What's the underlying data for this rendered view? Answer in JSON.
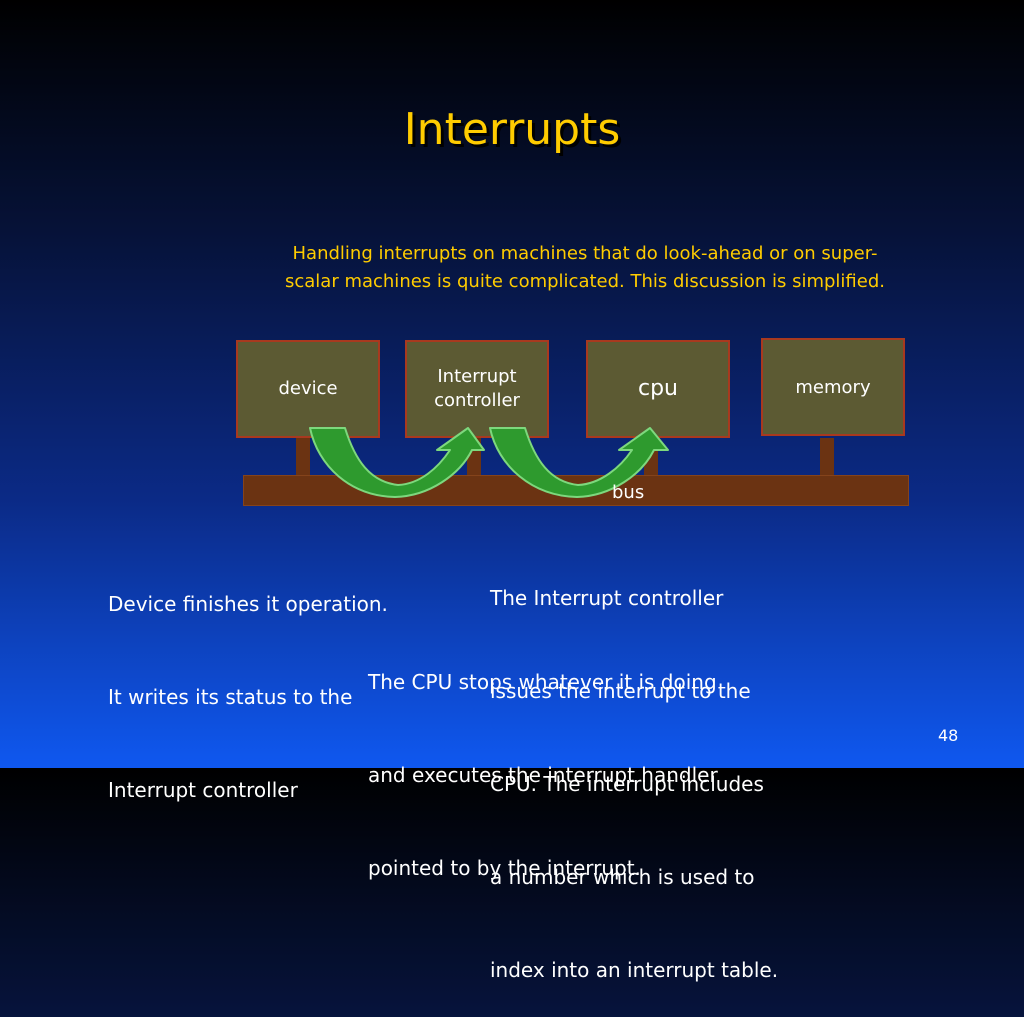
{
  "slide": {
    "title": "Interrupts",
    "note_line1": "Handling interrupts on machines that do look-ahead or on super-",
    "note_line2": "scalar machines is quite complicated. This discussion is simplified.",
    "page_number": "48"
  },
  "diagram": {
    "boxes": {
      "device": "device",
      "controller_line1": "Interrupt",
      "controller_line2": "controller",
      "cpu": "cpu",
      "memory": "memory"
    },
    "bus_label": "bus"
  },
  "captions": {
    "device": {
      "line1": "Device finishes it operation.",
      "line2": "It writes its status to the",
      "line3": "Interrupt controller"
    },
    "controller": {
      "line1": "The Interrupt controller",
      "line2": "issues the interrupt to the",
      "line3": "CPU. The interrupt includes",
      "line4": "a number which is used to",
      "line5": "index into an interrupt table."
    },
    "cpu": {
      "line1": "The CPU stops whatever it is doing",
      "line2": "and executes the interrupt handler",
      "line3": "pointed to by the interrupt."
    }
  },
  "colors": {
    "title": "#ffcc00",
    "box_fill": "#5c5a33",
    "box_border": "#a8391f",
    "bus": "#6b3312",
    "arrow_fill": "#2e9a2e",
    "arrow_border": "#7dd87d"
  }
}
